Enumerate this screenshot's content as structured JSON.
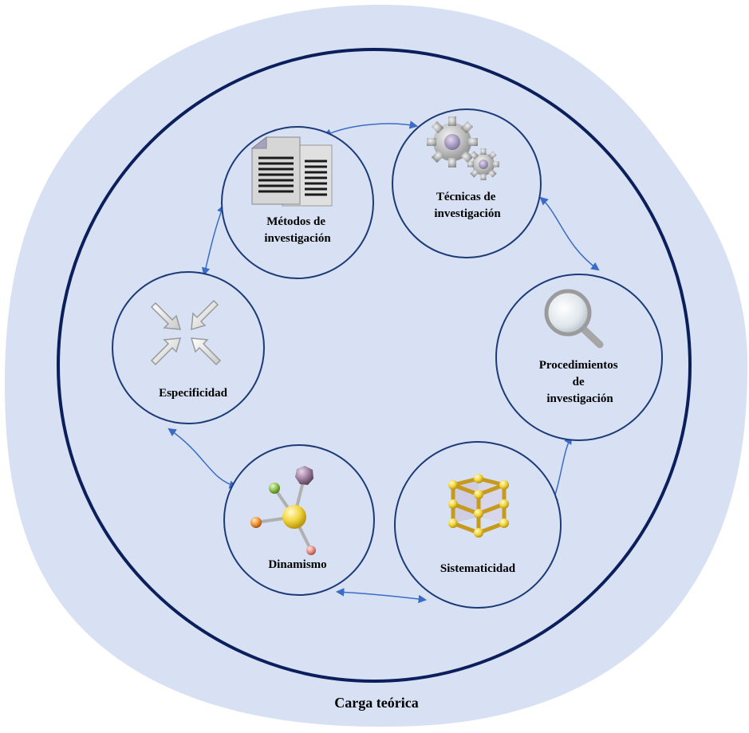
{
  "diagram": {
    "outer_label": "Carga teórica",
    "nodes": [
      {
        "id": "metodos",
        "label_lines": [
          "Métodos de",
          "investigación"
        ],
        "icon": "documents-icon"
      },
      {
        "id": "tecnicas",
        "label_lines": [
          "Técnicas de",
          "investigación"
        ],
        "icon": "gears-icon"
      },
      {
        "id": "procedimientos",
        "label_lines": [
          "Procedimientos",
          "de",
          "investigación"
        ],
        "icon": "magnifier-icon"
      },
      {
        "id": "sistematicidad",
        "label_lines": [
          "Sistematicidad"
        ],
        "icon": "cube-structure-icon"
      },
      {
        "id": "dinamismo",
        "label_lines": [
          "Dinamismo"
        ],
        "icon": "molecule-icon"
      },
      {
        "id": "especificidad",
        "label_lines": [
          "Especificidad"
        ],
        "icon": "converging-arrows-icon"
      }
    ],
    "connections": [
      [
        "metodos",
        "tecnicas"
      ],
      [
        "tecnicas",
        "procedimientos"
      ],
      [
        "procedimientos",
        "sistematicidad"
      ],
      [
        "sistematicidad",
        "dinamismo"
      ],
      [
        "dinamismo",
        "especificidad"
      ],
      [
        "especificidad",
        "metodos"
      ]
    ],
    "colors": {
      "background_blob": "#d7e1f3",
      "outer_ring": "#0b1f5c",
      "node_stroke": "#1d3a78",
      "node_fill": "#d7e1f3",
      "arrow": "#3a6cc6"
    }
  }
}
